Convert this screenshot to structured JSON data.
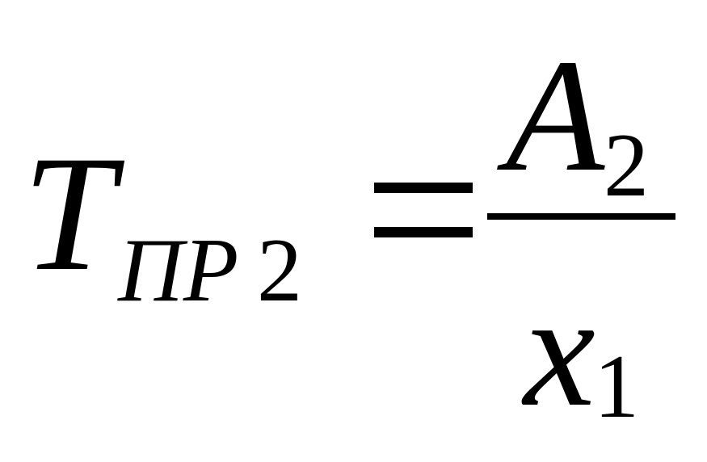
{
  "formula": {
    "lhs": {
      "symbol": "T",
      "subscript_letters": "ПР",
      "subscript_digit": "2"
    },
    "operator": "=",
    "rhs": {
      "numerator": {
        "symbol": "A",
        "subscript": "2"
      },
      "denominator": {
        "symbol": "x",
        "subscript": "1"
      }
    }
  }
}
